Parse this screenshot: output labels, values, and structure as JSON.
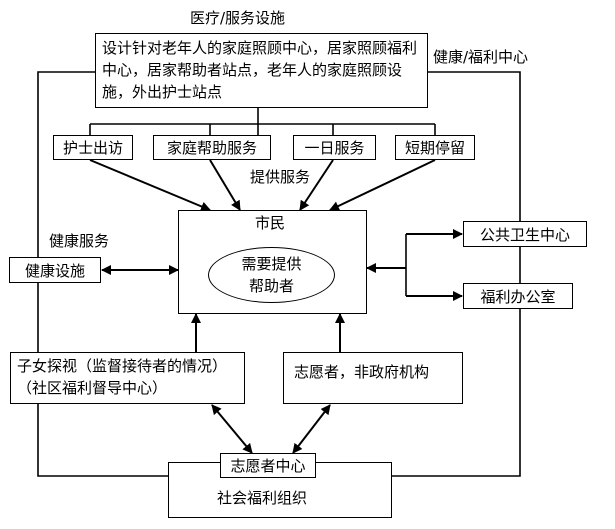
{
  "labels": {
    "medical_services": "医疗/服务设施",
    "health_welfare_center": "健康/福利中心",
    "provide_services": "提供服务",
    "health_services": "健康服务"
  },
  "boxes": {
    "medical_desc": "设计针对老年人的家庭照顾中心，居家照顾福利中心，居家帮助者站点，老年人的家庭照顾设施，外出护士站点",
    "nurse_visit": "护士出访",
    "home_help": "家庭帮助服务",
    "day_service": "一日服务",
    "short_stay": "短期停留",
    "citizens": "市民",
    "need_help_line1": "需要提供",
    "need_help_line2": "帮助者",
    "health_facilities": "健康设施",
    "public_health_center": "公共卫生中心",
    "welfare_office": "福利办公室",
    "child_visit_line1": "子女探视（监督接待者的情况）",
    "child_visit_line2": "（社区福利督导中心）",
    "volunteers_ngo": "志愿者，非政府机构",
    "volunteer_center": "志愿者中心",
    "social_welfare_org": "社会福利组织"
  }
}
